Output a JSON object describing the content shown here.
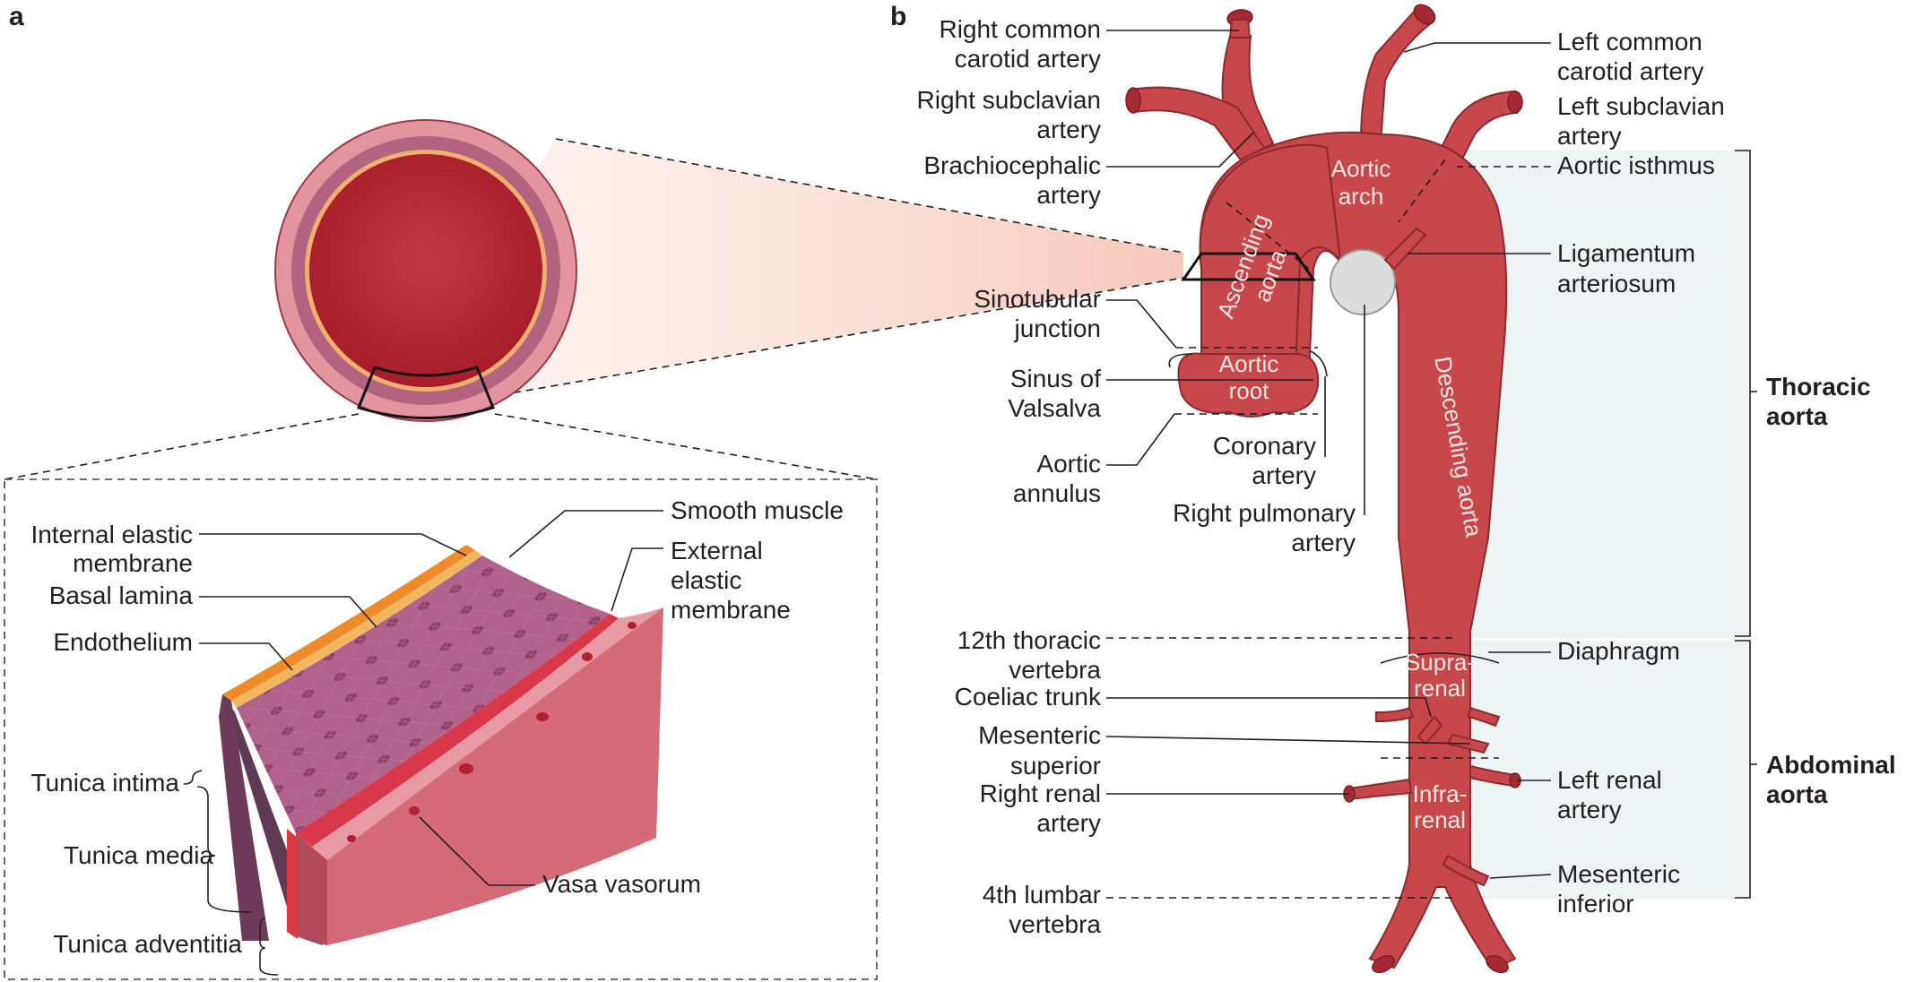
{
  "panels": {
    "a": "a",
    "b": "b"
  },
  "panel_a": {
    "layers": {
      "smooth_muscle": "Smooth muscle",
      "internal_elastic_1": "Internal elastic",
      "internal_elastic_2": "membrane",
      "external_elastic_1": "External",
      "external_elastic_2": "elastic",
      "external_elastic_3": "membrane",
      "basal_lamina": "Basal lamina",
      "endothelium": "Endothelium",
      "tunica_intima": "Tunica intima",
      "tunica_media": "Tunica media",
      "tunica_adventitia": "Tunica adventitia",
      "vasa_vasorum": "Vasa vasorum"
    },
    "colors": {
      "lumen": "#b21f2c",
      "intima": "#e8a060",
      "media": "#b06080",
      "adventitia": "#e8a0ac",
      "cut_face": "#d06070"
    }
  },
  "panel_b": {
    "left_labels": {
      "right_common_carotid_1": "Right common",
      "right_common_carotid_2": "carotid artery",
      "right_subclavian_1": "Right subclavian",
      "right_subclavian_2": "artery",
      "brachiocephalic_1": "Brachiocephalic",
      "brachiocephalic_2": "artery",
      "sinotubular_1": "Sinotubular",
      "sinotubular_2": "junction",
      "sinus_valsalva_1": "Sinus of",
      "sinus_valsalva_2": "Valsalva",
      "aortic_annulus_1": "Aortic",
      "aortic_annulus_2": "annulus",
      "coronary_1": "Coronary",
      "coronary_2": "artery",
      "right_pulmonary_1": "Right pulmonary",
      "right_pulmonary_2": "artery",
      "thoracic_vertebra_1": "12th thoracic",
      "thoracic_vertebra_2": "vertebra",
      "coeliac_trunk": "Coeliac trunk",
      "mesenteric_superior_1": "Mesenteric",
      "mesenteric_superior_2": "superior",
      "right_renal_1": "Right renal",
      "right_renal_2": "artery",
      "lumbar_vertebra_1": "4th lumbar",
      "lumbar_vertebra_2": "vertebra"
    },
    "right_labels": {
      "left_common_carotid_1": "Left common",
      "left_common_carotid_2": "carotid artery",
      "left_subclavian_1": "Left subclavian",
      "left_subclavian_2": "artery",
      "aortic_isthmus": "Aortic isthmus",
      "ligamentum_1": "Ligamentum",
      "ligamentum_2": "arteriosum",
      "diaphragm": "Diaphragm",
      "left_renal_1": "Left renal",
      "left_renal_2": "artery",
      "mesenteric_inferior_1": "Mesenteric",
      "mesenteric_inferior_2": "inferior"
    },
    "inner_labels": {
      "aortic_arch_1": "Aortic",
      "aortic_arch_2": "arch",
      "ascending_1": "Ascending",
      "ascending_2": "aorta",
      "aortic_root_1": "Aortic",
      "aortic_root_2": "root",
      "descending": "Descending aorta",
      "suprarenal_1": "Supra-",
      "suprarenal_2": "renal",
      "infrarenal_1": "Infra-",
      "infrarenal_2": "renal"
    },
    "regions": {
      "thoracic_1": "Thoracic",
      "thoracic_2": "aorta",
      "abdominal_1": "Abdominal",
      "abdominal_2": "aorta"
    },
    "colors": {
      "artery": "#c8474a",
      "artery_outline": "#8b2a2f",
      "region_shade": "#eef3f4"
    }
  }
}
